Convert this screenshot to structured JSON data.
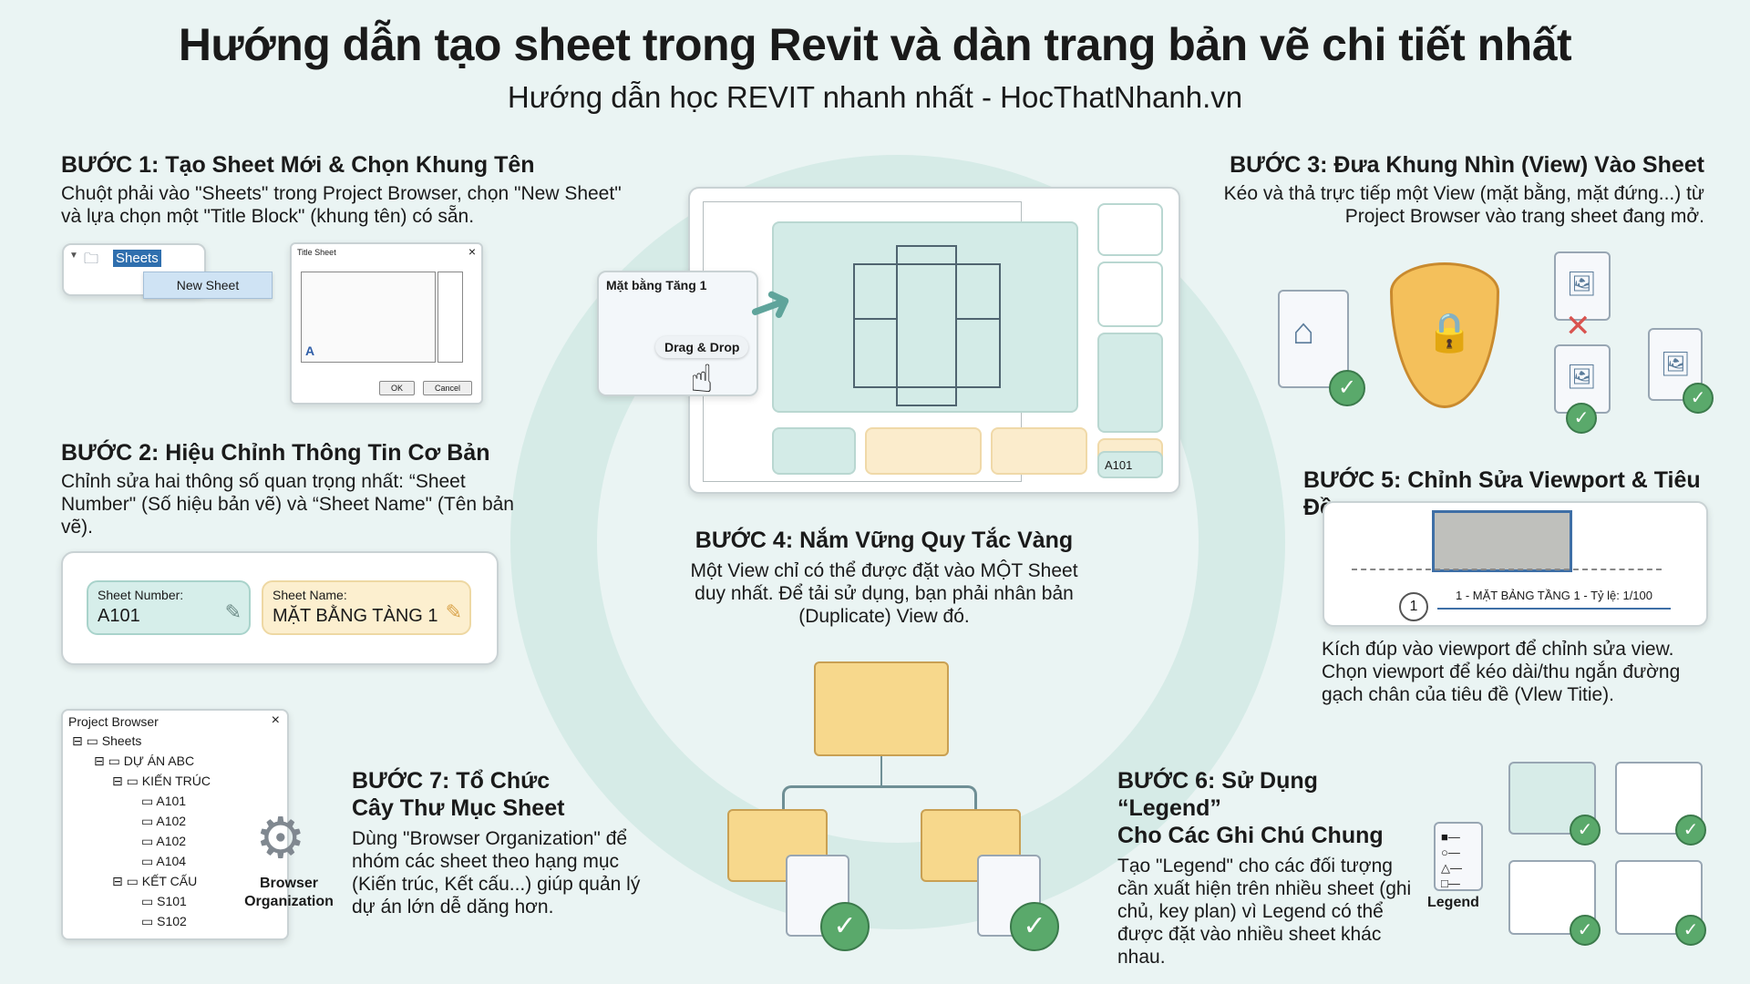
{
  "header": {
    "title": "Hướng dẫn tạo sheet trong Revit và dàn trang bản vẽ chi tiết nhất",
    "subtitle": "Hướng dẫn học REVIT nhanh nhất - HocThatNhanh.vn"
  },
  "step1": {
    "heading": "BƯỚC 1: Tạo Sheet Mới & Chọn Khung Tên",
    "body": "Chuột phải vào \"Sheets\" trong Project Browser, chọn \"New Sheet\" và lựa chọn một \"Title Block\" (khung tên) có sẵn.",
    "tree_node": "Sheets",
    "context_menu_item": "New Sheet",
    "dialog": {
      "title": "Title Sheet",
      "ok": "OK",
      "cancel": "Cancel",
      "close": "×"
    }
  },
  "step2": {
    "heading": "BƯỚC 2: Hiệu Chỉnh Thông Tin Cơ Bản",
    "body": "Chỉnh sửa hai thông số quan trọng nhất: “Sheet Number\" (Số hiệu bản vẽ) và “Sheet Name\" (Tên bản vẽ).",
    "sheet_number_label": "Sheet Number:",
    "sheet_number_value": "A101",
    "sheet_name_label": "Sheet Name:",
    "sheet_name_value": "MẶT BẰNG TÀNG 1"
  },
  "center_sheet": {
    "view_card_title": "Mặt bằng Tăng 1",
    "drag_label": "Drag & Drop",
    "sheet_number": "A101"
  },
  "step3": {
    "heading": "BƯỚC 3: Đưa Khung Nhìn (View) Vào Sheet",
    "body": "Kéo và thả trực tiếp một View (mặt bằng, mặt đứng...) từ Project Browser vào trang sheet đang mở."
  },
  "step4": {
    "heading": "BƯỚC 4: Nắm Vững Quy Tắc Vàng",
    "body": "Một View chỉ có thể được đặt vào MỘT Sheet duy nhất. Để tải sử dụng, bạn phải nhân bản (Duplicate) View đó."
  },
  "step5": {
    "heading": "BƯỚC 5: Chỉnh Sửa Viewport & Tiêu Đề",
    "view_number": "1",
    "view_title": "1 - MẶT BẢNG TẦNG 1 - Tỷ lệ: 1/100",
    "body": "Kích đúp vào viewport để chỉnh sửa view. Chọn viewport để kéo dài/thu ngắn đường gạch chân của tiêu đề (Vlew Titie)."
  },
  "step6": {
    "heading_line1": "BƯỚC 6: Sử Dụng “Legend”",
    "heading_line2": "Cho Các Ghi Chú Chung",
    "body": "Tạo \"Legend\" cho các đối tượng cần xuất hiện trên nhiều sheet (ghi chủ, key plan) vì Legend có thể được đặt vào nhiều sheet khác nhau.",
    "legend_label": "Legend"
  },
  "step7": {
    "heading_line1": "BƯỚC 7: Tổ Chức",
    "heading_line2": "Cây Thư Mục Sheet",
    "body": "Dùng \"Browser Organization\" để nhóm các sheet theo hạng mục (Kiến trúc, Kết cấu...) giúp quản lý dự án lớn dễ dăng hơn.",
    "gear_label_1": "Browser",
    "gear_label_2": "Organization",
    "browser": {
      "title": "Project Browser",
      "close": "×",
      "items": [
        {
          "label": "Sheets",
          "level": 0
        },
        {
          "label": "DỰ ÁN ABC",
          "level": 1
        },
        {
          "label": "KIẾN TRÚC",
          "level": 2
        },
        {
          "label": "A101",
          "level": 3
        },
        {
          "label": "A102",
          "level": 3
        },
        {
          "label": "A102",
          "level": 3
        },
        {
          "label": "A104",
          "level": 3
        },
        {
          "label": "KẾT CẤU",
          "level": 2
        },
        {
          "label": "S101",
          "level": 3
        },
        {
          "label": "S102",
          "level": 3
        }
      ]
    }
  },
  "colors": {
    "teal": "#d3ebe7",
    "yellow": "#fbeccc",
    "check_green": "#5aa96b",
    "background": "#eaf4f3"
  }
}
